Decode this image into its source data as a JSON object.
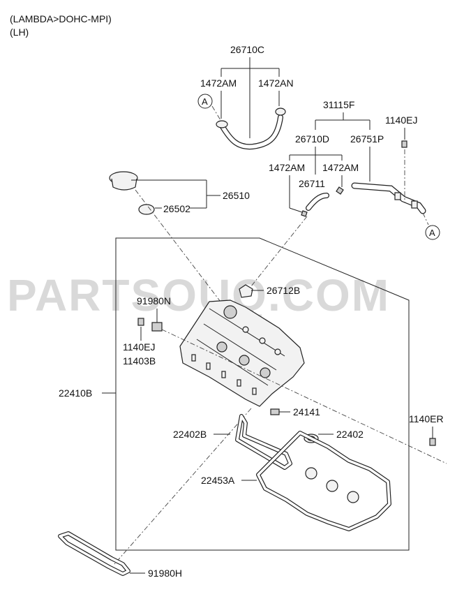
{
  "header": {
    "line1": "(LAMBDA>DOHC-MPI)",
    "line2": "(LH)"
  },
  "watermark": "PARTSOUQ.COM",
  "callout_a": "A",
  "labels": {
    "p26710C": "26710C",
    "p1472AM_top": "1472AM",
    "p1472AN": "1472AN",
    "p31115F": "31115F",
    "p1140EJ_top": "1140EJ",
    "p26710D": "26710D",
    "p26751P": "26751P",
    "p1472AM_left": "1472AM",
    "p1472AM_right": "1472AM",
    "p26711": "26711",
    "p26510": "26510",
    "p26502": "26502",
    "p26712B": "26712B",
    "p91980N": "91980N",
    "p1140EJ_mid": "1140EJ",
    "p11403B": "11403B",
    "p22410B": "22410B",
    "p24141": "24141",
    "p1140ER": "1140ER",
    "p22402B": "22402B",
    "p22402": "22402",
    "p22453A": "22453A",
    "p91980H": "91980H"
  }
}
